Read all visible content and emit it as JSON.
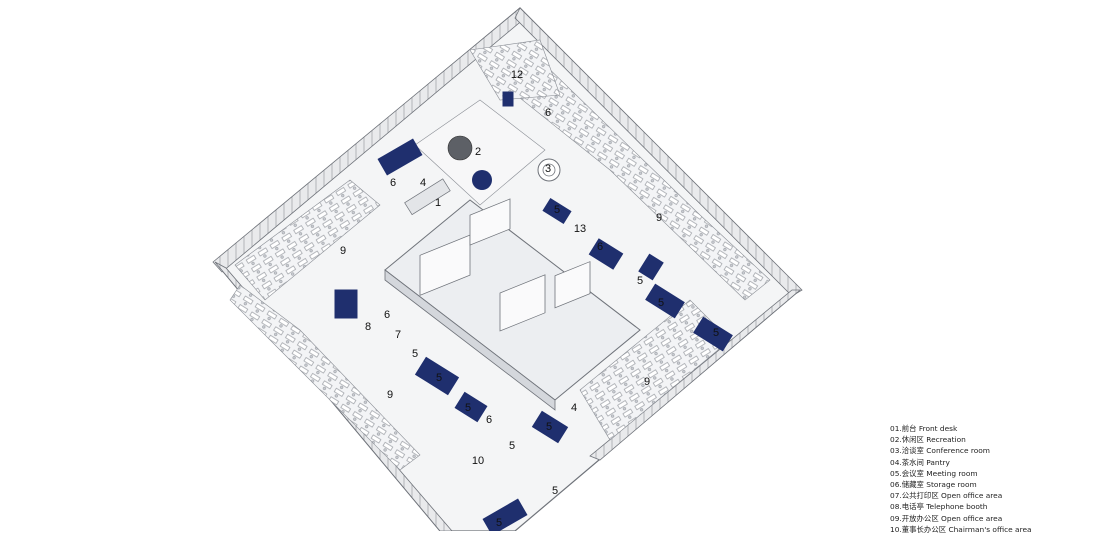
{
  "legend": [
    "01.前台 Front desk",
    "02.休闲区 Recreation",
    "03.洽谈室 Conference room",
    "04.茶水间 Pantry",
    "05.会议室 Meeting room",
    "06.储藏室 Storage room",
    "07.公共打印区 Open office area",
    "08.电话亭 Telephone booth",
    "09.开放办公区 Open office area",
    "10.董事长办公区 Chairman's office area"
  ],
  "labels": [
    "12",
    "6",
    "2",
    "3",
    "6",
    "4",
    "1",
    "5",
    "13",
    "6",
    "9",
    "9",
    "5",
    "5",
    "6",
    "8",
    "7",
    "5",
    "5",
    "5",
    "9",
    "9",
    "5",
    "6",
    "4",
    "5",
    "5",
    "10",
    "5",
    "5"
  ],
  "colors": {
    "accent": "#1f2f6e",
    "wall": "#e3e5e8",
    "line": "#6f737a",
    "floor": "#f4f5f6"
  }
}
